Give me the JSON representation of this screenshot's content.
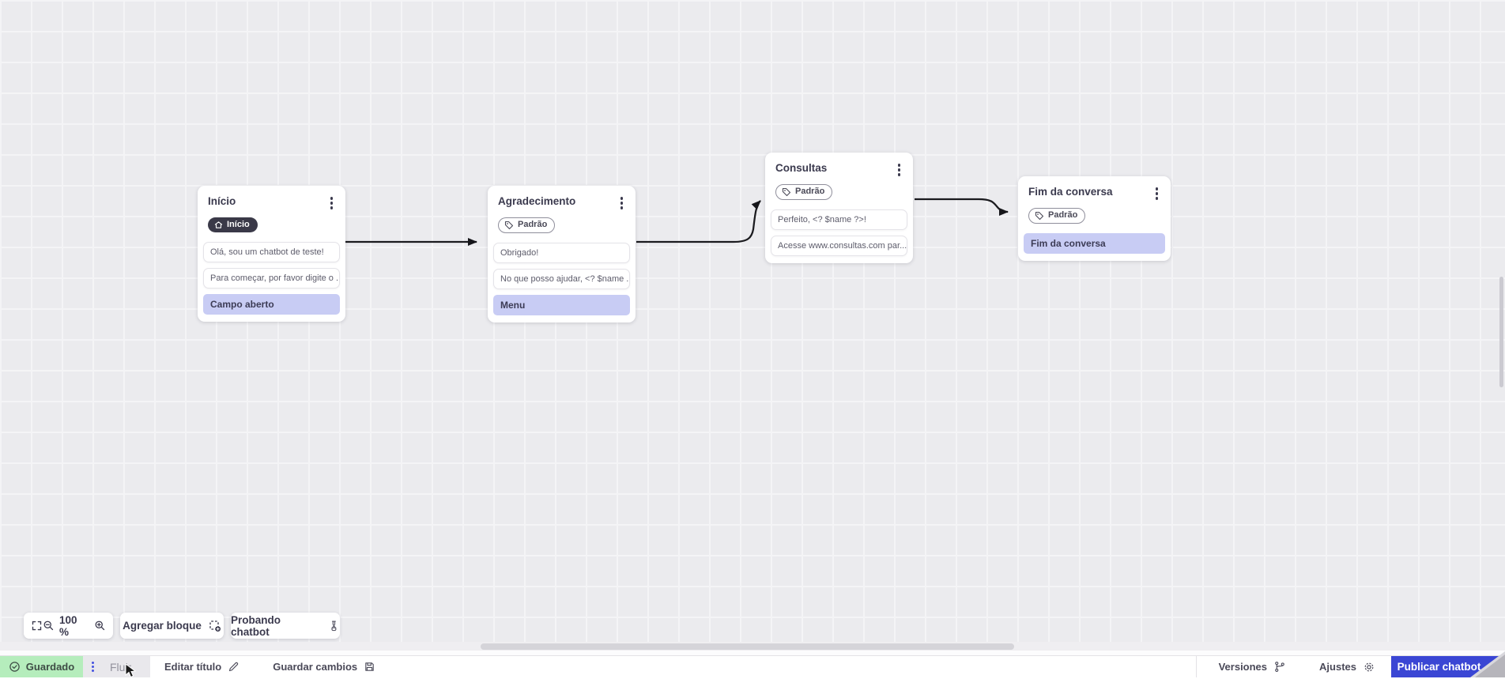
{
  "nodes": [
    {
      "title": "Início",
      "badge": {
        "label": "Início",
        "style": "solid",
        "icon": "home-icon"
      },
      "messages": [
        "Olá, sou um chatbot de teste!",
        "Para começar, por favor digite o ..."
      ],
      "action": "Campo aberto"
    },
    {
      "title": "Agradecimento",
      "badge": {
        "label": "Padrão",
        "style": "outline",
        "icon": "tag-icon"
      },
      "messages": [
        "Obrigado!",
        "No que posso ajudar, <? $name ..."
      ],
      "action": "Menu"
    },
    {
      "title": "Consultas",
      "badge": {
        "label": "Padrão",
        "style": "outline",
        "icon": "tag-icon"
      },
      "messages": [
        "Perfeito, <? $name ?>!",
        "Acesse www.consultas.com par..."
      ]
    },
    {
      "title": "Fim da conversa",
      "badge": {
        "label": "Padrão",
        "style": "outline",
        "icon": "tag-icon"
      },
      "action": "Fim da conversa"
    }
  ],
  "toolbar": {
    "zoom_level": "100 %",
    "add_block_label": "Agregar bloque",
    "test_chatbot_label": "Probando chatbot"
  },
  "statusbar": {
    "saved_label": "Guardado",
    "flow_label": "Fluir",
    "edit_title_label": "Editar título",
    "save_changes_label": "Guardar cambios",
    "versions_label": "Versiones",
    "settings_label": "Ajustes",
    "publish_label": "Publicar chatbot"
  },
  "icons": {
    "node_menu": "kebab-vertical-icon",
    "saved": "check-circle-icon",
    "fullscreen": "fullscreen-icon",
    "zoom_out": "zoom-out-icon",
    "zoom_in": "zoom-in-icon",
    "add_block": "add-block-icon",
    "test_chatbot": "flask-icon",
    "edit_title": "pencil-icon",
    "save_changes": "floppy-icon",
    "versions": "git-branch-icon",
    "settings": "gear-icon",
    "publish": "upload-icon"
  },
  "colors": {
    "accent_blue": "#3a46d4",
    "saved_green": "#b5edbc",
    "highlight_lavender": "#c8ccf4",
    "dark_badge": "#3a3948",
    "arrow": "#1b1b1f",
    "canvas_bg": "#ebebee"
  }
}
